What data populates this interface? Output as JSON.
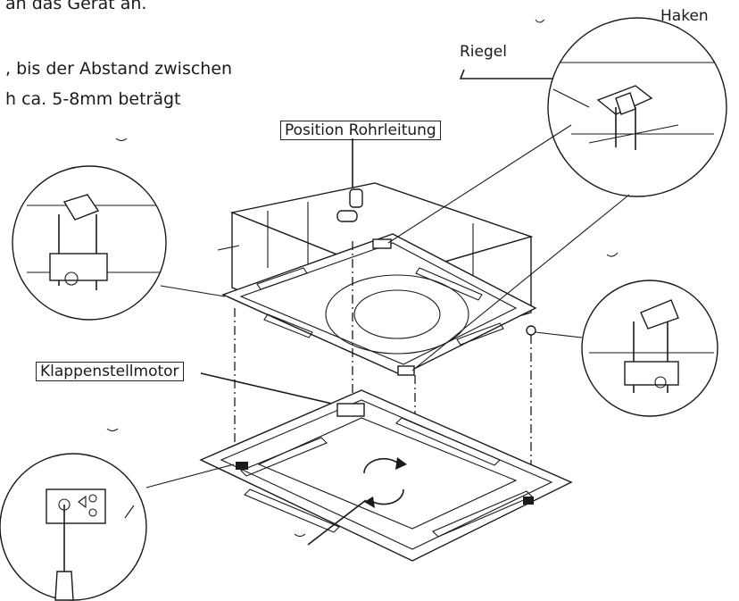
{
  "instructions": {
    "line1": "an das Gerät an.",
    "line2": ", bis der Abstand zwischen",
    "line3": "h ca. 5-8mm beträgt"
  },
  "labels": {
    "haken": "Haken",
    "riegel": "Riegel",
    "position_rohrleitung": "Position Rohrleitung",
    "klappenstellmotor": "Klappenstellmotor"
  }
}
